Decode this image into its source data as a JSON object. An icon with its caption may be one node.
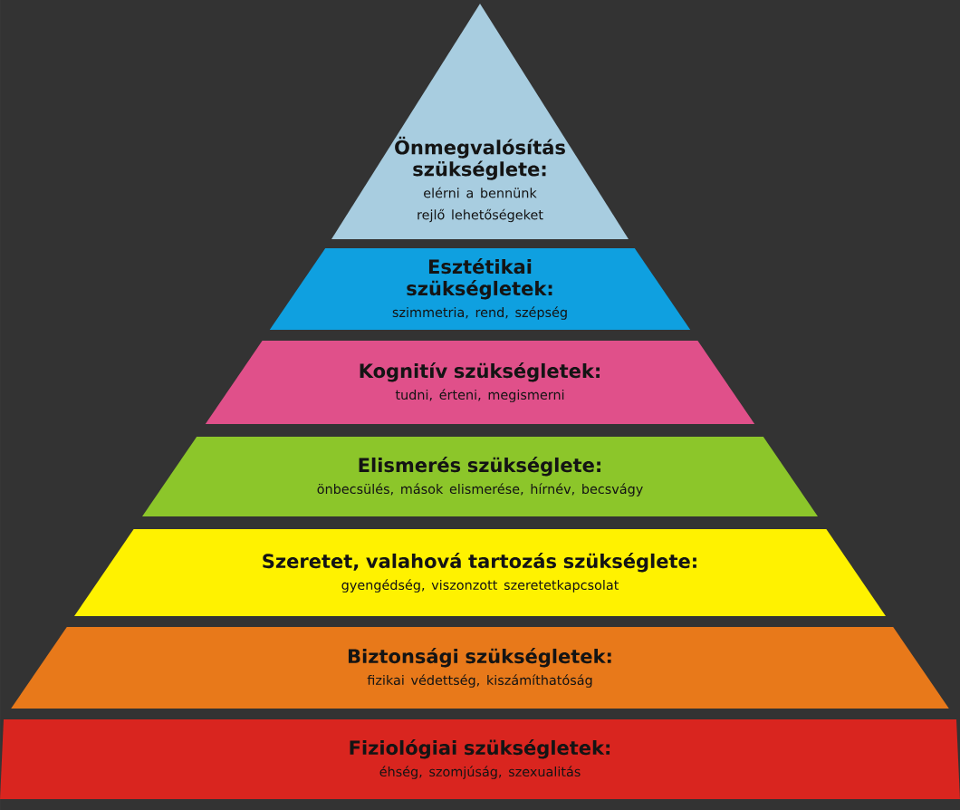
{
  "diagram": {
    "nodes": [
      {
        "text": [
          "Önmegvalósítás szükséglete:",
          "elérni a bennünk rejlő lehetőségeket"
        ]
      },
      {
        "text": [
          "Esztétikai szükségletek:",
          "szimmetria, rend, szépség"
        ]
      },
      {
        "text": [
          "Kognitív szükségletek:",
          "tudni, érteni, megismerni"
        ]
      },
      {
        "text": [
          "Elismerés szükséglete:",
          "önbecsülés, mások elismerése, hírnév, becsvágy"
        ]
      },
      {
        "text": [
          "Szeretet, valahová tartozás szükséglete:",
          "gyengédség, viszonzott szeretetkapcsolat"
        ]
      },
      {
        "text": [
          "Biztonsági szükségletek:",
          "fizikai védettség, kiszámíthatóság"
        ]
      },
      {
        "text": [
          "Fiziológiai szükségletek:",
          "éhség, szomjúság, szexualitás"
        ]
      }
    ]
  }
}
